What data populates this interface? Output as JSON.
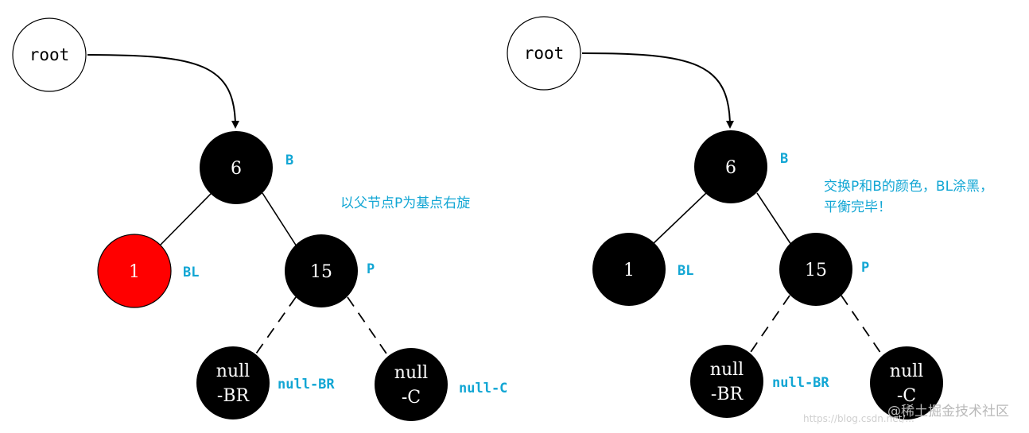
{
  "colors": {
    "black_node": "#000000",
    "red_node": "#ff0000",
    "root_fill": "#ffffff",
    "tag": "#12a6d4",
    "watermark": "#b9b9b9"
  },
  "left": {
    "root": "root",
    "n6": "6",
    "n6_tag": "B",
    "n1": "1",
    "n1_tag": "BL",
    "n15": "15",
    "n15_tag": "P",
    "nullbr_line1": "null",
    "nullbr_line2": "-BR",
    "nullbr_tag": "null-BR",
    "nullc_line1": "null",
    "nullc_line2": "-C",
    "nullc_tag": "null-C",
    "note": "以父节点P为基点右旋"
  },
  "right": {
    "root": "root",
    "n6": "6",
    "n6_tag": "B",
    "n1": "1",
    "n1_tag": "BL",
    "n15": "15",
    "n15_tag": "P",
    "nullbr_line1": "null",
    "nullbr_line2": "-BR",
    "nullbr_tag": "null-BR",
    "nullc_line1": "null",
    "nullc_line2": "-C",
    "nullc_tag": "null-C",
    "note_line1": "交换P和B的颜色，BL涂黑，",
    "note_line2": "平衡完毕！"
  },
  "watermark": {
    "brand": "@稀土掘金技术社区",
    "url": "https://blog.csdn.net/..."
  }
}
